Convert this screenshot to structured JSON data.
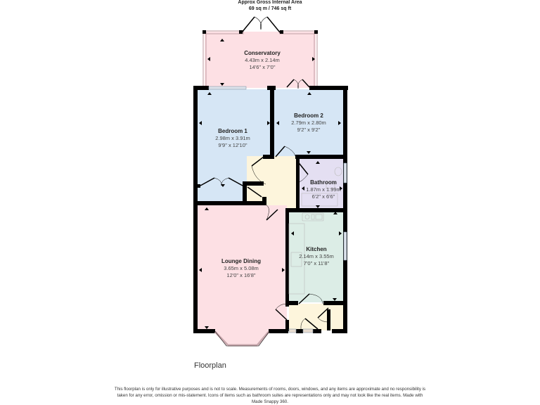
{
  "header": {
    "title": "Approx Gross Internal Area",
    "area": "69 sq m / 746 sq ft"
  },
  "rooms": [
    {
      "id": "conservatory",
      "name": "Conservatory",
      "metric": "4.43m x 2.14m",
      "imperial": "14'6\" x 7'0\"",
      "color": "#fde0e4"
    },
    {
      "id": "bedroom1",
      "name": "Bedroom 1",
      "metric": "2.98m x 3.91m",
      "imperial": "9'9\" x 12'10\"",
      "color": "#d6e6f5"
    },
    {
      "id": "bedroom2",
      "name": "Bedroom 2",
      "metric": "2.79m x 2.80m",
      "imperial": "9'2\" x 9'2\"",
      "color": "#d6e6f5"
    },
    {
      "id": "bathroom",
      "name": "Bathroom",
      "metric": "1.87m x 1.99m",
      "imperial": "6'2\" x 6'6\"",
      "color": "#e4dff2"
    },
    {
      "id": "kitchen",
      "name": "Kitchen",
      "metric": "2.14m x 3.55m",
      "imperial": "7'0\" x 11'8\"",
      "color": "#dcede6"
    },
    {
      "id": "lounge",
      "name": "Lounge Dining",
      "metric": "3.65m x 5.08m",
      "imperial": "12'0\" x 16'8\"",
      "color": "#fde0e4"
    }
  ],
  "colors": {
    "wall": "#000000",
    "hallway": "#fdf5dc",
    "window_frame": "#c9a9ae"
  },
  "caption": "Floorplan",
  "disclaimer": "This floorplan is only for illustrative purposes and is not to scale. Measurements of rooms, doors, windows, and any items are approximate and no responsibility is taken for any error, omission or mis-statement. Icons of items such as bathroom suites are representations only and may not look like the real items. Made with Made Snappy 360."
}
